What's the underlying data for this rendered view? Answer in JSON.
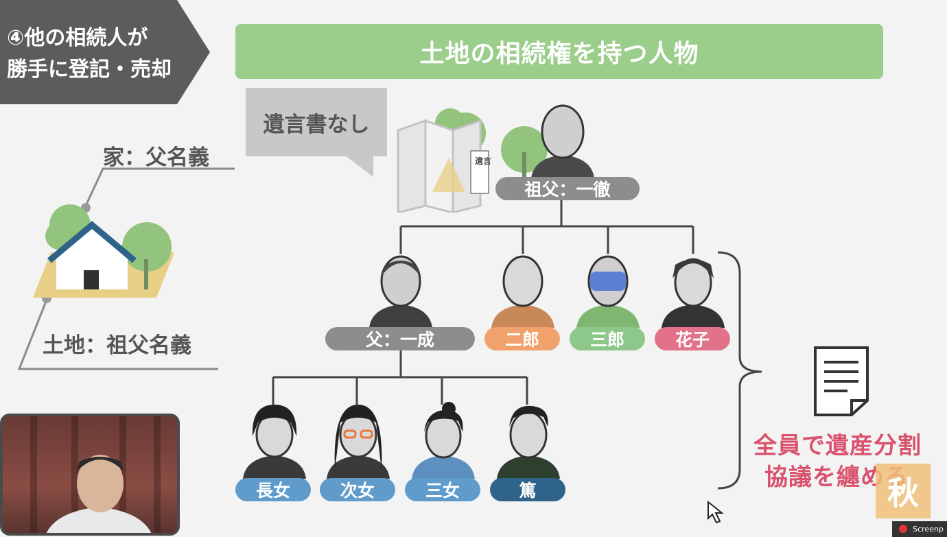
{
  "section": {
    "line1": "④他の相続人が",
    "line2": "勝手に登記・売却"
  },
  "title": "土地の相続権を持つ人物",
  "bubble": "遺言書なし",
  "will_label": "遺言",
  "house_label": "家：父名義",
  "land_label": "土地：祖父名義",
  "people": {
    "grandfather": "祖父：一徹",
    "father": "父：一成",
    "jiro": "二郎",
    "saburo": "三郎",
    "hanako": "花子",
    "choujo": "長女",
    "jijo": "次女",
    "sanjo": "三女",
    "atsushi": "篤"
  },
  "colors": {
    "title_bar": "#9bcd8b",
    "gray_pill": "#8d8d8d",
    "orange_pill": "#f0a16c",
    "green_pill": "#8dc88a",
    "pink_pill": "#e2718a",
    "blue_pill": "#5f9ccb",
    "navy_pill": "#2f638a",
    "cta_text": "#d9516d"
  },
  "cta": {
    "line1": "全員で遺産分割",
    "line2": "協議を纏める"
  },
  "icons": [
    "house-icon",
    "tree-icon",
    "map-icon",
    "document-icon",
    "person-icon",
    "cursor-icon",
    "record-icon"
  ],
  "badge": "秋",
  "screen_tag": "Screenp"
}
